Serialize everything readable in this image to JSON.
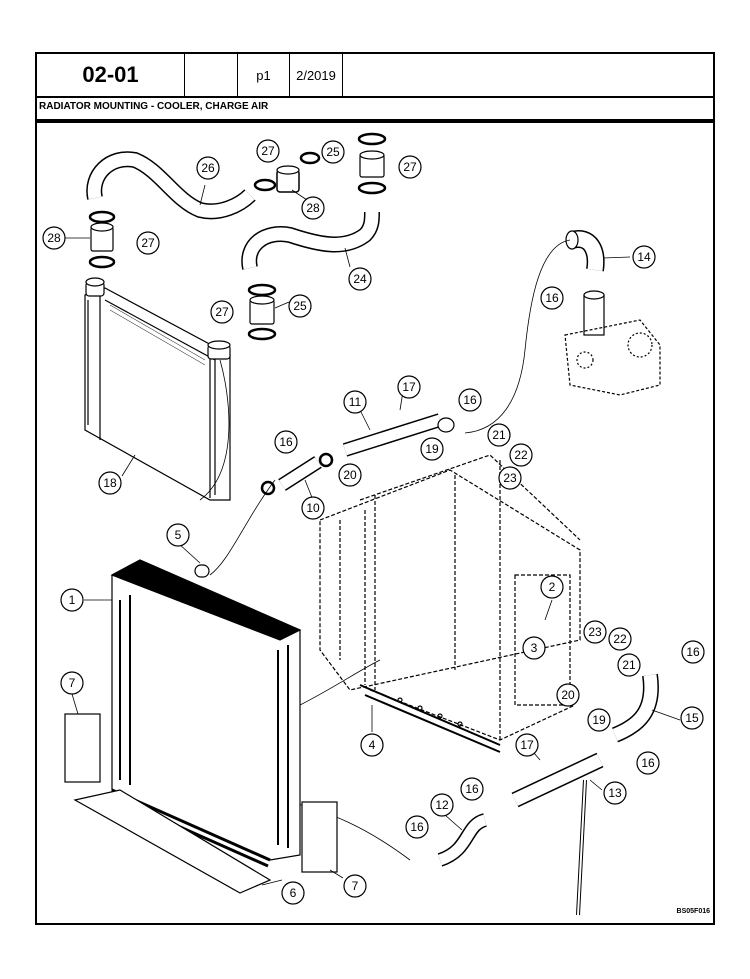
{
  "header": {
    "section": "02-01",
    "blank": "",
    "page": "p1",
    "date": "2/2019"
  },
  "title": "RADIATOR MOUNTING - COOLER, CHARGE AIR",
  "drawing_code": "BS05F016",
  "callouts": {
    "c1": "1",
    "c2": "2",
    "c3": "3",
    "c4": "4",
    "c5": "5",
    "c6": "6",
    "c7a": "7",
    "c7b": "7",
    "c10": "10",
    "c11": "11",
    "c12": "12",
    "c13": "13",
    "c14": "14",
    "c15": "15",
    "c16a": "16",
    "c16b": "16",
    "c16c": "16",
    "c16d": "16",
    "c16e": "16",
    "c16f": "16",
    "c16g": "16",
    "c17a": "17",
    "c17b": "17",
    "c18": "18",
    "c19a": "19",
    "c19b": "19",
    "c20a": "20",
    "c20b": "20",
    "c21a": "21",
    "c21b": "21",
    "c22a": "22",
    "c22b": "22",
    "c23a": "23",
    "c23b": "23",
    "c24": "24",
    "c25a": "25",
    "c25b": "25",
    "c26": "26",
    "c27a": "27",
    "c27b": "27",
    "c27c": "27",
    "c27d": "27",
    "c28a": "28",
    "c28b": "28"
  }
}
